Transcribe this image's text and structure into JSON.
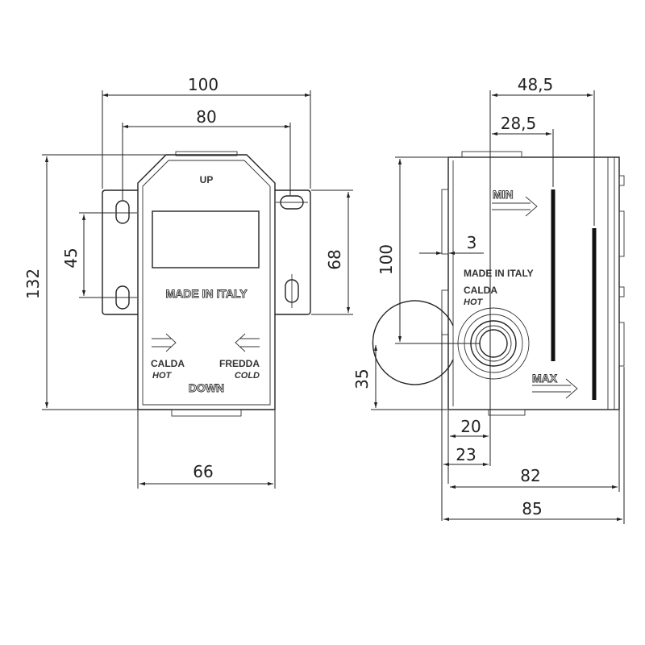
{
  "front_view": {
    "dimensions": {
      "width_flanges": "100",
      "hole_spacing_h": "80",
      "height_total": "132",
      "hole_spacing_v": "45",
      "flange_height": "68",
      "body_width": "66"
    },
    "labels": {
      "up": "UP",
      "down": "DOWN",
      "made_in_italy": "MADE IN ITALY",
      "calda": "CALDA",
      "hot": "HOT",
      "fredda": "FREDDA",
      "cold": "COLD"
    }
  },
  "side_view": {
    "dimensions": {
      "width_top": "48,5",
      "offset_top": "28,5",
      "height": "100",
      "wall": "3",
      "port_height": "35",
      "port_offset_20": "20",
      "port_offset_23": "23",
      "depth_82": "82",
      "depth_85": "85"
    },
    "labels": {
      "min": "MIN",
      "max": "MAX",
      "made_in_italy": "MADE IN ITALY",
      "calda": "CALDA",
      "hot": "HOT"
    }
  }
}
